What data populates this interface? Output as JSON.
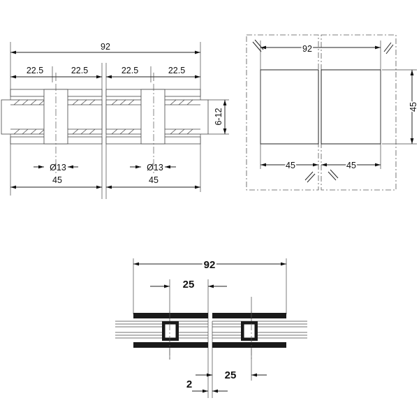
{
  "front_view": {
    "overall_width": "92",
    "segment_1": "22.5",
    "segment_2": "22.5",
    "segment_3": "22.5",
    "segment_4": "22.5",
    "glass_thickness": "6-12",
    "hole_left": "Ø13",
    "hole_right": "Ø13",
    "half_left": "45",
    "half_right": "45"
  },
  "side_view": {
    "overall_width": "92",
    "height": "45",
    "half_left": "45",
    "half_right": "45"
  },
  "top_view": {
    "overall_width": "92",
    "offset_top": "25",
    "gap": "2",
    "offset_bottom": "25"
  }
}
